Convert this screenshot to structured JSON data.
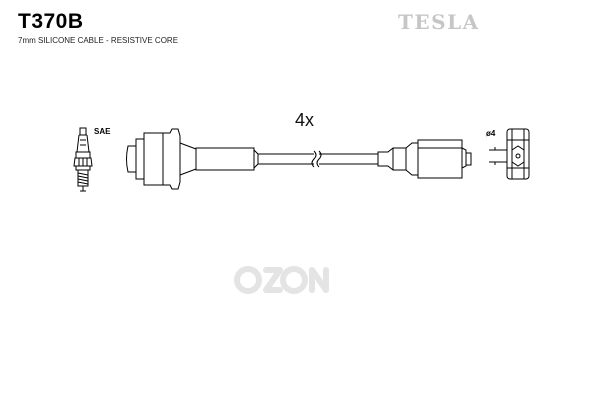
{
  "header": {
    "part_number": "T370B",
    "subtitle": "7mm SILICONE CABLE - RESISTIVE CORE",
    "brand": "TESLA"
  },
  "diagram": {
    "quantity_label": "4x",
    "spark_plug_label": "SAE",
    "terminal_label": "ø4"
  },
  "watermark": {
    "logo_text": "ozon"
  },
  "colors": {
    "line": "#000000",
    "brand_gray": "#c6c6c6",
    "watermark_gray": "#e4e4e4"
  }
}
